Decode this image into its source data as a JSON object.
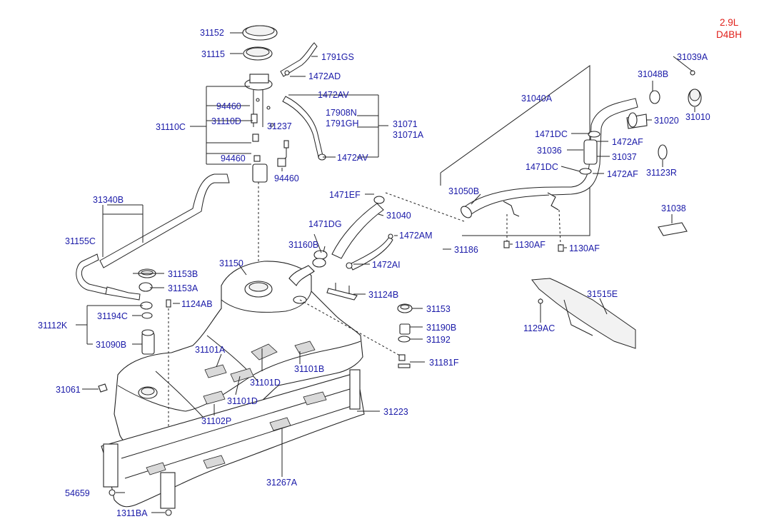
{
  "engine": {
    "line1": "2.9L",
    "line2": "D4BH"
  },
  "labels": {
    "l31152": "31152",
    "l31115": "31115",
    "l1791GS": "1791GS",
    "l1472AD": "1472AD",
    "l1472AV_a": "1472AV",
    "l94460_a": "94460",
    "l31110D": "31110D",
    "l31110C": "31110C",
    "l31237": "31237",
    "l17908N": "17908N",
    "l1791GH": "1791GH",
    "l31071": "31071",
    "l31071A": "31071A",
    "l94460_b": "94460",
    "l1472AV_b": "1472AV",
    "l94460_c": "94460",
    "l31039A": "31039A",
    "l31048B": "31048B",
    "l31040A": "31040A",
    "l31020": "31020",
    "l31010": "31010",
    "l1471DC_a": "1471DC",
    "l1472AF_a": "1472AF",
    "l31036": "31036",
    "l31037": "31037",
    "l31123R": "31123R",
    "l1471DC_b": "1471DC",
    "l1472AF_b": "1472AF",
    "l31050B": "31050B",
    "l1471EF": "1471EF",
    "l31040": "31040",
    "l31038": "31038",
    "l1471DG": "1471DG",
    "l1472AM": "1472AM",
    "l1130AF_a": "1130AF",
    "l1130AF_b": "1130AF",
    "l31160B": "31160B",
    "l31186": "31186",
    "l1472AI": "1472AI",
    "l31340B": "31340B",
    "l31155C": "31155C",
    "l31150": "31150",
    "l31153B": "31153B",
    "l31153A": "31153A",
    "l31124B": "31124B",
    "l31515E": "31515E",
    "l1124AB": "1124AB",
    "l31194C": "31194C",
    "l31153": "31153",
    "l1129AC": "1129AC",
    "l31112K": "31112K",
    "l31190B": "31190B",
    "l31192": "31192",
    "l31090B": "31090B",
    "l31101A": "31101A",
    "l31101B": "31101B",
    "l31181F": "31181F",
    "l31101D_a": "31101D",
    "l31061": "31061",
    "l31101D_b": "31101D",
    "l31223": "31223",
    "l31102P": "31102P",
    "l31267A": "31267A",
    "l54659": "54659",
    "l1311BA": "1311BA"
  }
}
